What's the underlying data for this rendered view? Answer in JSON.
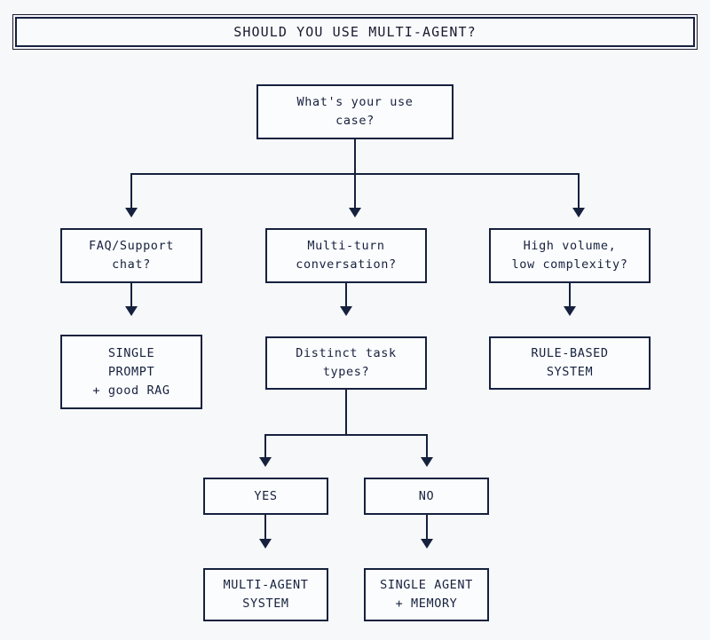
{
  "header": {
    "title": "SHOULD YOU USE MULTI-AGENT?"
  },
  "colors": {
    "background": "#f6f8fa",
    "box_fill": "#fbfcfd",
    "stroke": "#16213e",
    "text": "#16213e"
  },
  "flow": {
    "root": {
      "id": "use-case",
      "label": "What's your use\ncase?"
    },
    "branches": [
      {
        "id": "faq-support",
        "question": "FAQ/Support\nchat?",
        "outcome": "SINGLE\nPROMPT\n+ good RAG"
      },
      {
        "id": "multi-turn",
        "question": "Multi-turn\nconversation?",
        "outcome": "Distinct task\ntypes?"
      },
      {
        "id": "high-volume",
        "question": "High volume,\nlow complexity?",
        "outcome": "RULE-BASED\nSYSTEM"
      }
    ],
    "decision": {
      "id": "distinct-task-types",
      "options": [
        {
          "id": "yes",
          "label": "YES",
          "outcome": "MULTI-AGENT\nSYSTEM"
        },
        {
          "id": "no",
          "label": "NO",
          "outcome": "SINGLE AGENT\n+ MEMORY"
        }
      ]
    }
  }
}
